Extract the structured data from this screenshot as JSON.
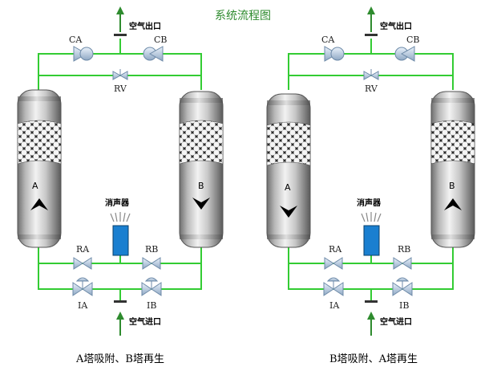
{
  "title": "系统流程图",
  "panels": [
    {
      "outlet_label": "空气出口",
      "inlet_label": "空气进口",
      "muffler_label": "消声器",
      "valves": {
        "ca": "CA",
        "cb": "CB",
        "rv": "RV",
        "ra": "RA",
        "rb": "RB",
        "ia": "IA",
        "ib": "IB"
      },
      "tower_left": "A",
      "tower_right": "B",
      "tower_left_flow": "up",
      "tower_right_flow": "down",
      "caption": "A塔吸附、B塔再生"
    },
    {
      "outlet_label": "空气出口",
      "inlet_label": "空气进口",
      "muffler_label": "消声器",
      "valves": {
        "ca": "CA",
        "cb": "CB",
        "rv": "RV",
        "ra": "RA",
        "rb": "RB",
        "ia": "IA",
        "ib": "IB"
      },
      "tower_left": "A",
      "tower_right": "B",
      "tower_left_flow": "down",
      "tower_right_flow": "up",
      "caption": "B塔吸附、A塔再生"
    }
  ],
  "colors": {
    "pipe": "#33cc33",
    "arrow": "#2e8b2e",
    "muffler": "#1a7fd0",
    "valve": "#9ab0c8"
  }
}
